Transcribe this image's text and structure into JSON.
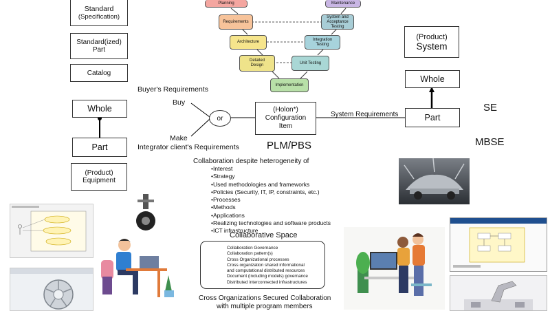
{
  "left": {
    "standard_line1": "Standard",
    "standard_line2": "(Specification)",
    "standardized_line1": "Standard(ized)",
    "standardized_line2": "Part",
    "catalog": "Catalog",
    "whole": "Whole",
    "part": "Part",
    "equipment_line1": "(Product)",
    "equipment_line2": "Equipment"
  },
  "vmodel": {
    "planning": "Planning",
    "requirements": "Requirements",
    "architecture": "Architecture",
    "detailed_design": "Detailed Design",
    "implementation": "Implementation",
    "unit_testing": "Unit Testing",
    "integration_testing": "Integration Testing",
    "system_acceptance_testing": "System and Acceptance Testing",
    "maintenance": "Maintenance"
  },
  "center": {
    "buyers_requirements": "Buyer's Requirements",
    "buy": "Buy",
    "or": "or",
    "make": "Make",
    "integrator_requirements": "Integrator client's Requirements",
    "config_line1": "(Holon*)",
    "config_line2": "Configuration",
    "config_line3": "Item",
    "system_requirements": "System Requirements",
    "plm_pbs": "PLM/PBS"
  },
  "right": {
    "system_line1": "(Product)",
    "system_line2": "System",
    "whole": "Whole",
    "part": "Part",
    "se": "SE",
    "mbse": "MBSE"
  },
  "collaboration": {
    "heading": "Collaboration despite heterogeneity of",
    "items": [
      "Interest",
      "Strategy",
      "Used methodologies and frameworks",
      "Policies (Security, IT, IP, constraints, etc.)",
      "Processes",
      "Methods",
      "Applications",
      "Realizing technologies and software products",
      "ICT infrastructure"
    ],
    "space_title": "Collaborative Space",
    "space_items": [
      "Collaboration Governance",
      "Collaboration pattern(s)",
      "Cross Organizational processes",
      "Cross organization shared informational",
      "and computational distributed resources",
      "Document (including models) governance",
      "Distributed interconnected infrastructures"
    ],
    "footer_line1": "Cross Organizations Secured Collaboration",
    "footer_line2": "with multiple program members"
  },
  "colors": {
    "planning": "#f4a6a0",
    "requirements": "#f7c39a",
    "architecture": "#f6e58c",
    "detailed_design": "#efe38a",
    "implementation": "#b8e0a8",
    "unit_testing": "#a9d7d5",
    "integration_testing": "#a7d3dc",
    "system_acceptance": "#a8cdd6",
    "maintenance": "#c9b6e4"
  }
}
